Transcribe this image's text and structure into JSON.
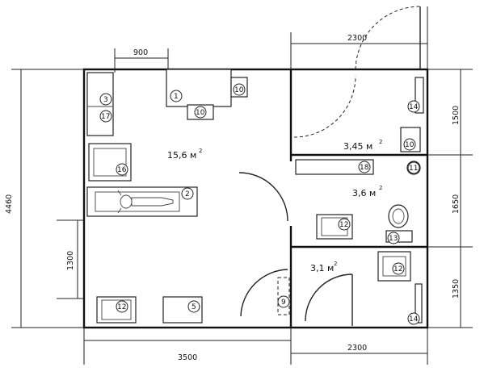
{
  "dimensions": {
    "top_right": "2300",
    "top_900": "900",
    "left_total": "4460",
    "left_1300": "1300",
    "right_1500": "1500",
    "right_1650": "1650",
    "right_1350": "1350",
    "bottom_left": "3500",
    "bottom_right": "2300"
  },
  "rooms": {
    "main": {
      "area": "15,6 м",
      "unit_sup": "2"
    },
    "top_right": {
      "area": "3,45 м",
      "unit_sup": "2"
    },
    "middle_right": {
      "area": "3,6 м",
      "unit_sup": "2"
    },
    "bottom_right": {
      "area": "3,1 м",
      "unit_sup": "2"
    }
  },
  "tags": {
    "t1": "1",
    "t2": "2",
    "t3": "3",
    "t5": "5",
    "t9": "9",
    "t10a": "10",
    "t10b": "10",
    "t10c": "10",
    "t11": "11",
    "t12a": "12",
    "t12b": "12",
    "t12c": "12",
    "t13": "13",
    "t14a": "14",
    "t14b": "14",
    "t16": "16",
    "t17": "17",
    "t18": "18"
  }
}
